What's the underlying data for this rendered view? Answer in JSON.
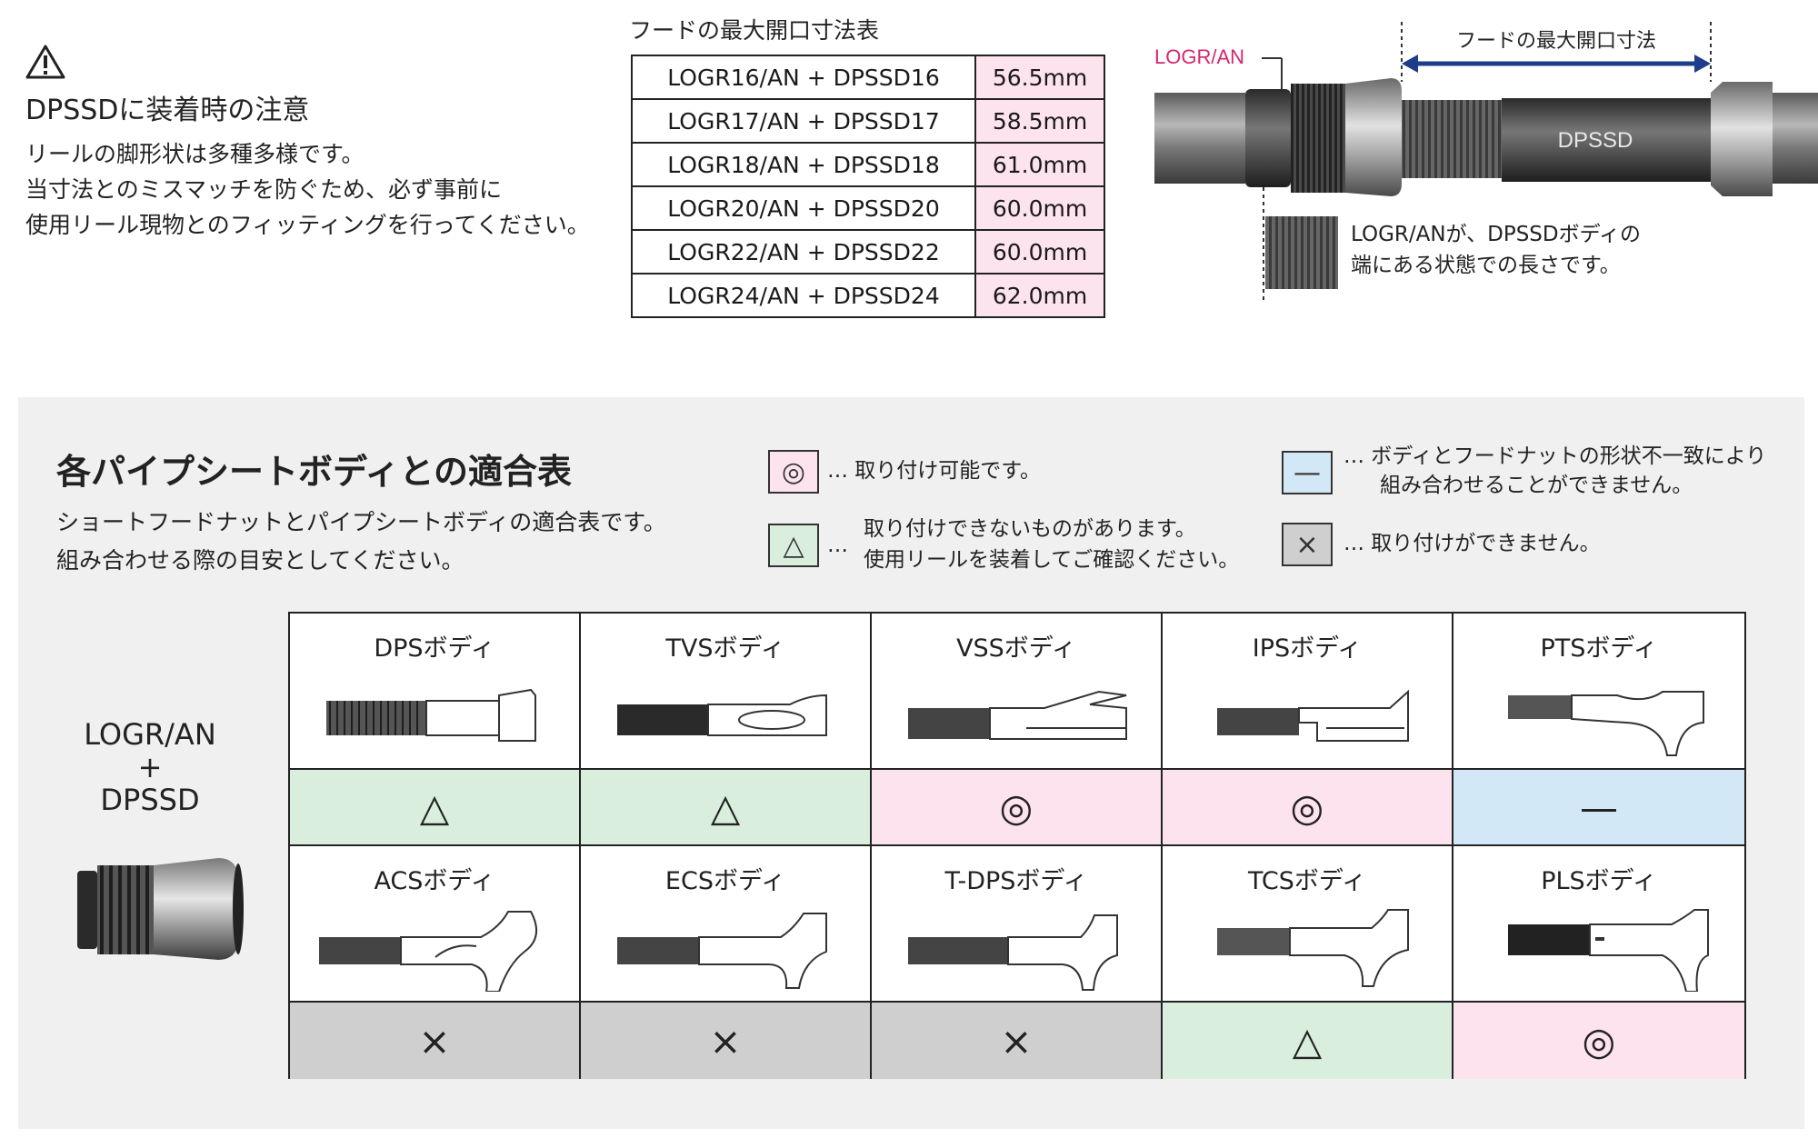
{
  "caution": {
    "title": "DPSSDに装着時の注意",
    "lines": [
      "リールの脚形状は多種多様です。",
      "当寸法とのミスマッチを防ぐため、必ず事前に",
      "使用リール現物とのフィッティングを行ってください。"
    ]
  },
  "dimension_table": {
    "title": "フードの最大開口寸法表",
    "rows": [
      {
        "combo": "LOGR16/AN + DPSSD16",
        "value": "56.5mm"
      },
      {
        "combo": "LOGR17/AN + DPSSD17",
        "value": "58.5mm"
      },
      {
        "combo": "LOGR18/AN + DPSSD18",
        "value": "61.0mm"
      },
      {
        "combo": "LOGR20/AN + DPSSD20",
        "value": "60.0mm"
      },
      {
        "combo": "LOGR22/AN + DPSSD22",
        "value": "60.0mm"
      },
      {
        "combo": "LOGR24/AN + DPSSD24",
        "value": "62.0mm"
      }
    ]
  },
  "diagram": {
    "logr_label": "LOGR/AN",
    "opening_label": "フードの最大開口寸法",
    "body_label": "DPSSD",
    "note_lines": [
      "LOGR/ANが、DPSSDボディの",
      "端にある状態での長さです。"
    ]
  },
  "compat": {
    "title": "各パイプシートボディとの適合表",
    "desc_lines": [
      "ショートフードナットとパイプシートボディの適合表です。",
      "組み合わせる際の目安としてください。"
    ],
    "legend": [
      {
        "symbol": "◎",
        "lines": [
          "… 取り付け可能です。"
        ]
      },
      {
        "symbol": "△",
        "lines": [
          "取り付けできないものがあります。",
          "使用リールを装着してご確認ください。"
        ],
        "prefix": "…"
      },
      {
        "symbol": "—",
        "lines": [
          "… ボディとフードナットの形状不一致により",
          "組み合わせることができません。"
        ]
      },
      {
        "symbol": "×",
        "lines": [
          "… 取り付けができません。"
        ]
      }
    ],
    "row_label": [
      "LOGR/AN",
      "+",
      "DPSSD"
    ],
    "rows": [
      [
        {
          "name": "DPSボディ",
          "mark": "△"
        },
        {
          "name": "TVSボディ",
          "mark": "△"
        },
        {
          "name": "VSSボディ",
          "mark": "◎"
        },
        {
          "name": "IPSボディ",
          "mark": "◎"
        },
        {
          "name": "PTSボディ",
          "mark": "—"
        }
      ],
      [
        {
          "name": "ACSボディ",
          "mark": "×"
        },
        {
          "name": "ECSボディ",
          "mark": "×"
        },
        {
          "name": "T-DPSボディ",
          "mark": "×"
        },
        {
          "name": "TCSボディ",
          "mark": "△"
        },
        {
          "name": "PLSボディ",
          "mark": "◎"
        }
      ]
    ]
  },
  "colors": {
    "pink": "#fde3ee",
    "green": "#d9eedd",
    "blue": "#d3e8f6",
    "gray": "#cfcfcf",
    "accent_label": "#d6266e",
    "arrow": "#1d3d8a"
  }
}
